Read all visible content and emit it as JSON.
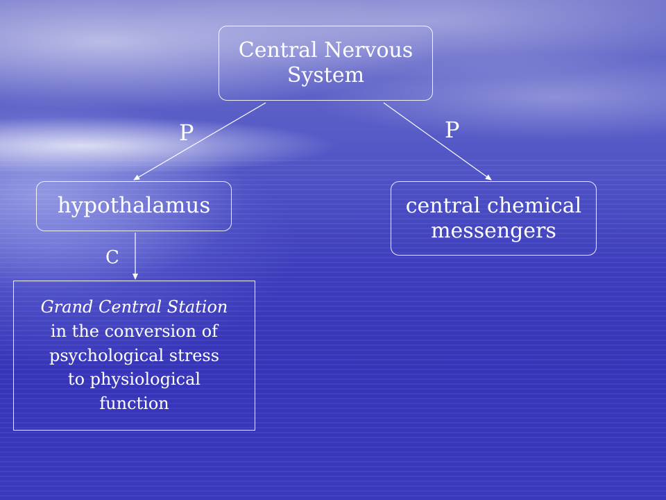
{
  "diagram": {
    "nodes": {
      "cns": {
        "line1": "Central Nervous",
        "line2": "System"
      },
      "hypothalamus": {
        "label": "hypothalamus"
      },
      "chemical": {
        "line1": "central chemical",
        "line2": "messengers"
      },
      "station": {
        "line1": "Grand Central Station",
        "line2": "in the conversion of",
        "line3": "psychological stress",
        "line4": "to physiological",
        "line5": "function"
      }
    },
    "edges": {
      "cns_to_hypothalamus": "P",
      "cns_to_chemical": "P",
      "hypothalamus_to_station": "C"
    },
    "colors": {
      "text": "#ffffff",
      "lines": "#ffffff",
      "background": "#3c3cbc"
    }
  }
}
